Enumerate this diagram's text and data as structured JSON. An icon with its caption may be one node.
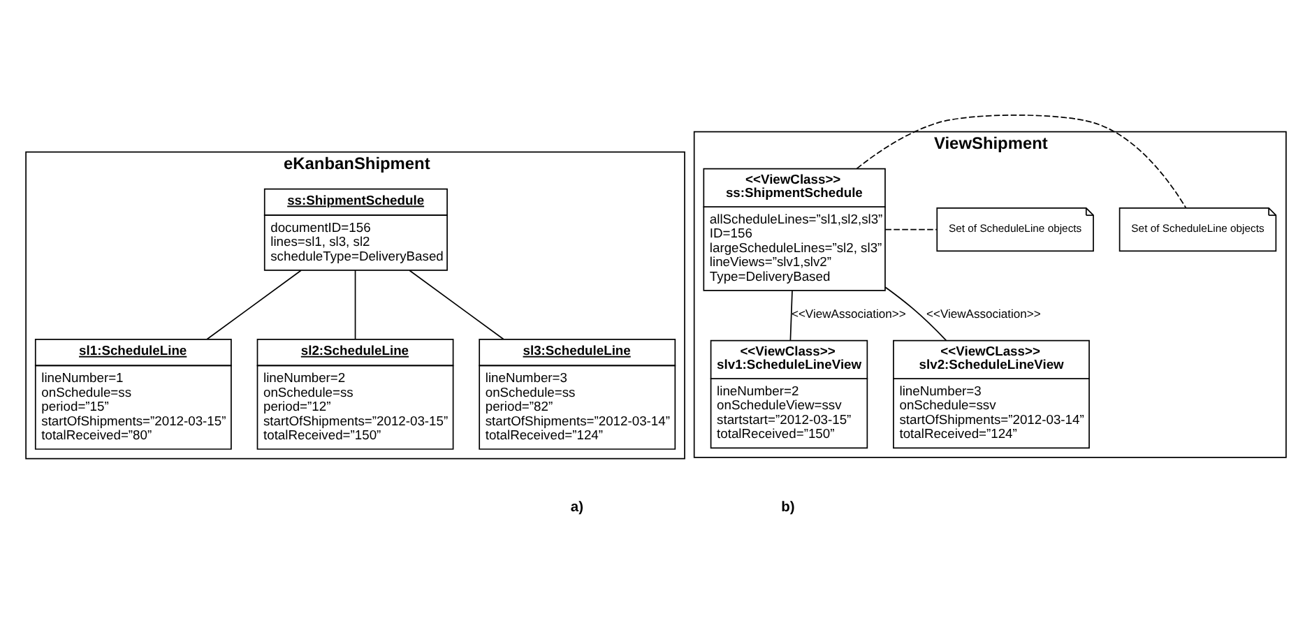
{
  "diagram": {
    "nodes": [
      {
        "text": [
          "eKanbanShipment"
        ]
      },
      {
        "text": [
          "ss:ShipmentSchedule",
          "documentID=156",
          "lines=sl1, sl3, sl2",
          "scheduleType=DeliveryBased"
        ],
        "in": 0
      },
      {
        "text": [
          "sl1:ScheduleLine",
          "lineNumber=1",
          "onSchedule=ss",
          "period=”15”",
          "startOfShipments=”2012-03-15”",
          "totalReceived=”80”"
        ],
        "in": 0
      },
      {
        "text": [
          "sl2:ScheduleLine",
          "lineNumber=2",
          "onSchedule=ss",
          "period=”12”",
          "startOfShipments=”2012-03-15”",
          "totalReceived=”150”"
        ],
        "in": 0
      },
      {
        "text": [
          "sl3:ScheduleLine",
          "lineNumber=3",
          "onSchedule=ss",
          "period=”82”",
          "startOfShipments=”2012-03-14”",
          "totalReceived=”124”"
        ],
        "in": 0
      },
      {
        "text": [
          "ViewShipment"
        ]
      },
      {
        "text": [
          "<<ViewClass>>",
          "ss:ShipmentSchedule",
          "allScheduleLines=”sl1,sl2,sl3”",
          "ID=156",
          "largeScheduleLines=”sl2, sl3”",
          "lineViews=”slv1,slv2”",
          "Type=DeliveryBased"
        ],
        "in": 5
      },
      {
        "text": [
          "Set of ScheduleLine objects"
        ],
        "in": 5
      },
      {
        "text": [
          "Set of ScheduleLine objects"
        ],
        "in": 5
      },
      {
        "text": [
          "<<ViewClass>>",
          "slv1:ScheduleLineView",
          "lineNumber=2",
          "onScheduleView=ssv",
          "startstart=”2012-03-15”",
          "totalReceived=”150”"
        ],
        "in": 5
      },
      {
        "text": [
          "<<ViewCLass>>",
          "slv2:ScheduleLineView",
          "lineNumber=3",
          "onSchedule=ssv",
          "startOfShipments=”2012-03-14”",
          "totalReceived=”124”"
        ],
        "in": 5
      }
    ],
    "edges": [
      {
        "from": 1,
        "to": 2,
        "arrow": "none"
      },
      {
        "from": 1,
        "to": 3,
        "arrow": "none"
      },
      {
        "from": 1,
        "to": 4,
        "arrow": "none"
      },
      {
        "from": 6,
        "to": 7,
        "arrow": "none",
        "style": "dashed"
      },
      {
        "from": 6,
        "to": 8,
        "arrow": "none",
        "style": "dashed"
      },
      {
        "from": 6,
        "to": 9,
        "arrow": "none",
        "label": "<<ViewAssociation>>"
      },
      {
        "from": 6,
        "to": 10,
        "arrow": "none",
        "label": "<<ViewAssociation>>"
      }
    ],
    "labels": [
      "a)",
      "b)"
    ]
  }
}
